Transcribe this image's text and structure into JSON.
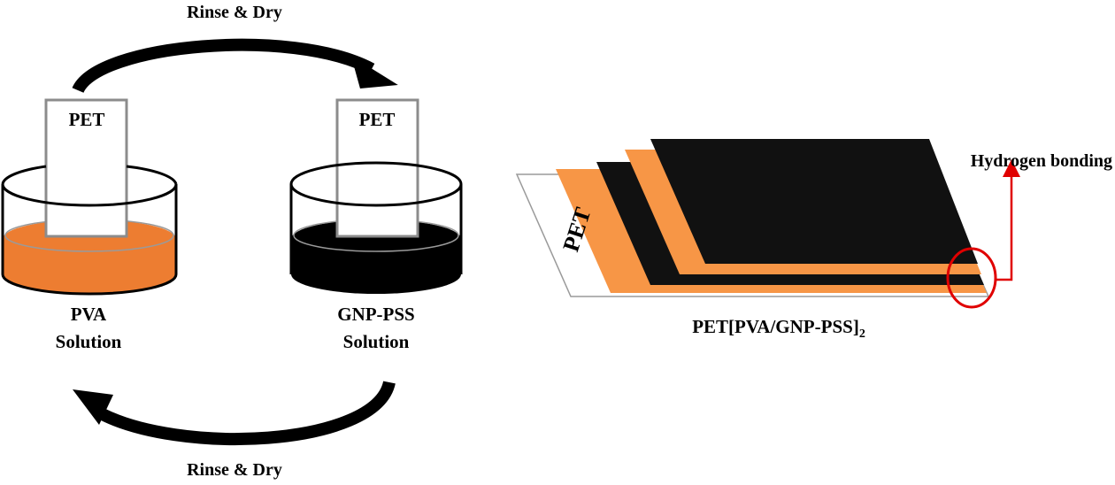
{
  "cycle": {
    "top_arrow_label": "Rinse & Dry",
    "bottom_arrow_label": "Rinse & Dry",
    "left_beaker": {
      "substrate_label": "PET",
      "solution_line1": "PVA",
      "solution_line2": "Solution"
    },
    "right_beaker": {
      "substrate_label": "PET",
      "solution_line1": "GNP-PSS",
      "solution_line2": "Solution"
    }
  },
  "stack": {
    "substrate_label": "PET",
    "caption_main": "PET[PVA/GNP-PSS]",
    "caption_subscript": "2",
    "annotation": "Hydrogen bonding"
  },
  "colors": {
    "pva": "#ED7D31",
    "pva_layer": "#F79646",
    "gnp": "#000000",
    "highlight": "#E00000",
    "strip_border": "#8C8C8C"
  }
}
